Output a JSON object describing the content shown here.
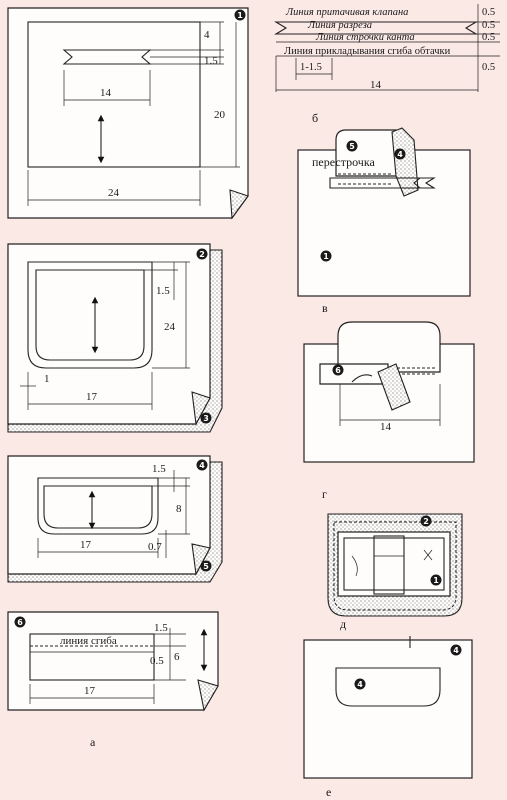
{
  "legend": {
    "rows": [
      {
        "label": "Линия притачивая клапана",
        "value": "0.5"
      },
      {
        "label": "Линия разреза",
        "value": "0.5"
      },
      {
        "label": "Линия строчки канта",
        "value": "0.5"
      },
      {
        "label": "Линия прикладывания сгиба обтачки",
        "value": "0.5"
      }
    ],
    "dim_small": "1-1.5",
    "dim_total": "14",
    "caption": "б"
  },
  "fig_a": {
    "caption": "а",
    "panel1": {
      "badge": "1",
      "dim_top": "4",
      "dim_slot": "1.5",
      "dim_inner_width": "14",
      "dim_height": "20",
      "dim_width": "24"
    },
    "panel2": {
      "badges": [
        "2",
        "3"
      ],
      "dim_top": "1.5",
      "dim_height": "24",
      "dim_side": "1",
      "dim_width": "17"
    },
    "panel3": {
      "badges": [
        "4",
        "5"
      ],
      "dim_top": "1.5",
      "dim_height": "8",
      "dim_width": "17",
      "dim_side": "0.7"
    },
    "panel4": {
      "badge": "6",
      "fold_label": "линия сгиба",
      "dim_top": "1.5",
      "dim_mid": "0.5",
      "dim_height": "6",
      "dim_width": "17"
    }
  },
  "fig_v": {
    "caption": "в",
    "stitch_label": "перестрочка",
    "badges": [
      "5",
      "4",
      "1"
    ]
  },
  "fig_g": {
    "caption": "г",
    "badge": "6",
    "dim_width": "14"
  },
  "fig_d": {
    "caption": "д",
    "badges": [
      "2",
      "1"
    ]
  },
  "fig_e": {
    "caption": "е",
    "badges": [
      "4",
      "4"
    ]
  }
}
